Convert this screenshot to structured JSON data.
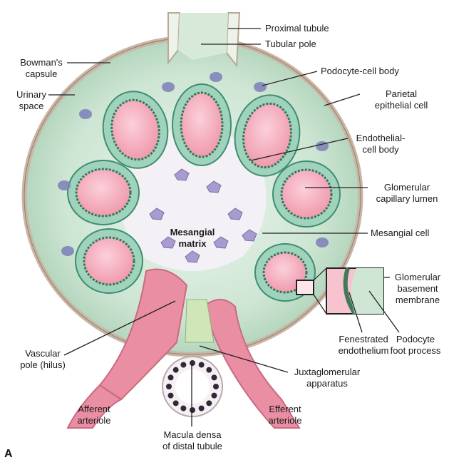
{
  "panel_letter": "A",
  "labels": {
    "proximal_tubule": "Proximal tubule",
    "tubular_pole": "Tubular pole",
    "bowmans_capsule": [
      "Bowman's",
      "capsule"
    ],
    "urinary_space": [
      "Urinary",
      "space"
    ],
    "podocyte_cell_body": "Podocyte-cell body",
    "parietal_epithelial_cell": [
      "Parietal",
      "epithelial cell"
    ],
    "endothelial_cell_body": [
      "Endothelial-",
      "cell body"
    ],
    "glomerular_capillary_lumen": [
      "Glomerular",
      "capillary lumen"
    ],
    "mesangial_matrix": [
      "Mesangial",
      "matrix"
    ],
    "mesangial_cell": "Mesangial cell",
    "glomerular_basement_membrane": [
      "Glomerular",
      "basement",
      "membrane"
    ],
    "fenestrated_endothelium": [
      "Fenestrated",
      "endothelium"
    ],
    "podocyte_foot_process": [
      "Podocyte",
      "foot process"
    ],
    "vascular_pole": [
      "Vascular",
      "pole (hilus)"
    ],
    "juxtaglomerular_apparatus": [
      "Juxtaglomerular",
      "apparatus"
    ],
    "afferent_arteriole": [
      "Afferent",
      "arteriole"
    ],
    "efferent_arteriole": [
      "Efferent",
      "arteriole"
    ],
    "macula_densa": [
      "Macula densa",
      "of distal tubule"
    ]
  },
  "colors": {
    "capsule_fill": "#bfdcc8",
    "capsule_edge": "#cbb8a8",
    "podocyte": "#9fd3bd",
    "podocyte_edge": "#3f8e6e",
    "capillary_lumen": "#f3aab9",
    "mesangium": "#f2f0f4",
    "mesangial_cell": "#a99bcf",
    "arteriole": "#e88fa3",
    "jga": "#cfe6b8",
    "macula": "#2b2b3a"
  }
}
